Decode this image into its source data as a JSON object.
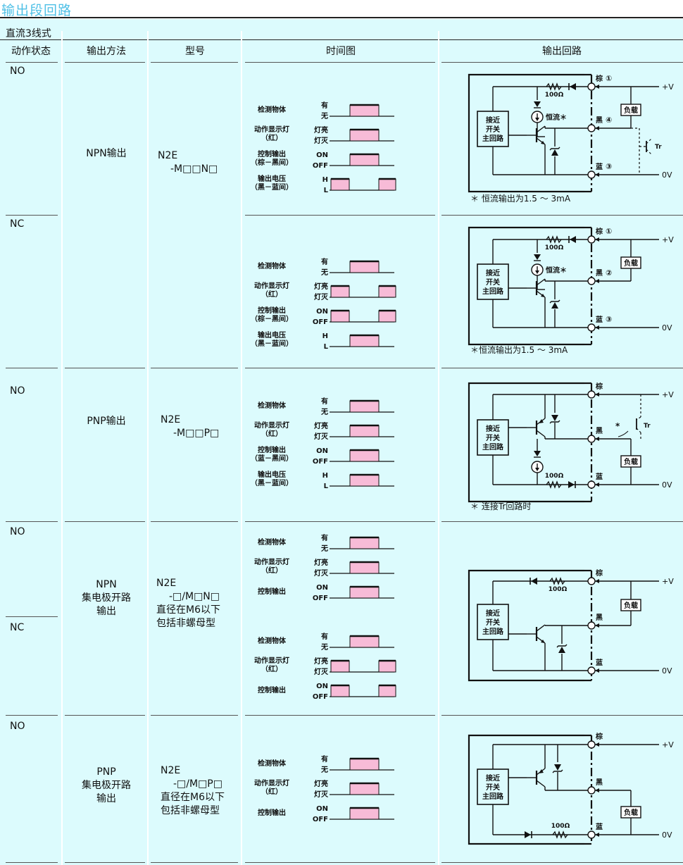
{
  "page_title": "输出段回路",
  "subtitle": "直流3线式",
  "headers": {
    "state": "动作状态",
    "method": "输出方法",
    "model": "型号",
    "timing": "时间图",
    "circuit": "输出回路"
  },
  "states": {
    "no": "NO",
    "nc": "NC"
  },
  "methods": {
    "npn": "NPN输出",
    "pnp": "PNP输出",
    "npn_oc": [
      "NPN",
      "集电极开路",
      "输出"
    ],
    "pnp_oc": [
      "PNP",
      "集电极开路",
      "输出"
    ]
  },
  "models": {
    "npn": [
      "N2E",
      "-M□□N□"
    ],
    "pnp": [
      "N2E",
      "-M□□P□"
    ],
    "npn_oc": [
      "N2E",
      "-□/M□N□",
      "直径在M6以下",
      "包括非螺母型"
    ],
    "pnp_oc": [
      "N2E",
      "-□/M□P□",
      "直径在M6以下",
      "包括非螺母型"
    ]
  },
  "timing_labels": {
    "detect": "检测物体",
    "present": "有",
    "absent": "无",
    "indicator": "动作显示灯",
    "indicator_sub": "（红）",
    "lamp_on": "灯亮",
    "lamp_off": "灯灭",
    "control": "控制输出",
    "control_sub_npn": "（棕－黑间）",
    "control_sub_pnp": "（蓝－黑间）",
    "on": "ON",
    "off": "OFF",
    "voltage": "输出电压",
    "voltage_sub": "（黑－蓝间）",
    "high": "H",
    "low": "L"
  },
  "circuit_labels": {
    "main_circuit": [
      "接近",
      "开关",
      "主回路"
    ],
    "resistor": "100Ω",
    "constant_current": "恒流＊",
    "load": "负载",
    "tr": "Tr",
    "brown": "棕",
    "black": "黑",
    "blue": "蓝",
    "v_plus": "+V",
    "zero_v": "0V",
    "pin1": "①",
    "pin2": "②",
    "pin3": "③",
    "pin4": "④",
    "asterisk": "*",
    "note_npn_no": "＊ 恒流输出为1.5 ～ 3mA",
    "note_npn_nc": "＊恒流输出为1.5 ～ 3mA",
    "note_pnp": "＊ 连接Tr回路时"
  },
  "colors": {
    "background": "#dcfbfd",
    "title": "#4fc0e6",
    "pulse_fill": "#f7bbd7"
  }
}
